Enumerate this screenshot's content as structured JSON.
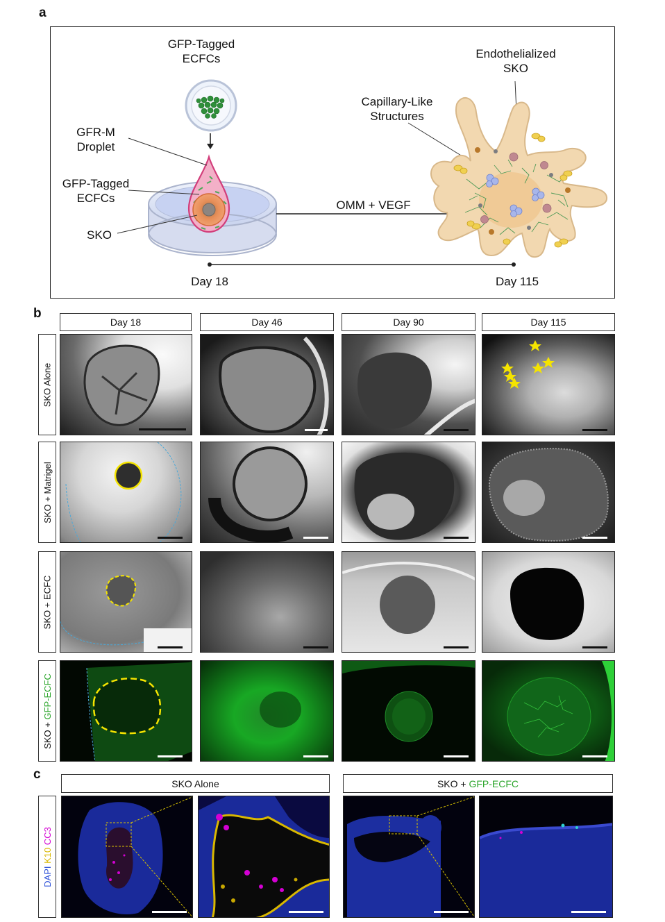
{
  "panel_a": {
    "letter": "a",
    "gfp_ecfcs_top": [
      "GFP-Tagged",
      "ECFCs"
    ],
    "gfr_m": [
      "GFR-M",
      "Droplet"
    ],
    "gfp_ecfcs_left": [
      "GFP-Tagged",
      "ECFCs"
    ],
    "sko": "SKO",
    "capillary": [
      "Capillary-Like",
      "Structures"
    ],
    "endothelialized": [
      "Endothelialized",
      "SKO"
    ],
    "arrow_label": "OMM + VEGF",
    "day_start": "Day 18",
    "day_end": "Day 115"
  },
  "panel_b": {
    "letter": "b",
    "columns": [
      "Day 18",
      "Day 46",
      "Day 90",
      "Day 115"
    ],
    "rows": [
      {
        "parts": [
          {
            "text": "SKO Alone",
            "color": "#111111"
          }
        ]
      },
      {
        "parts": [
          {
            "text": "SKO + Matrigel",
            "color": "#111111"
          }
        ]
      },
      {
        "parts": [
          {
            "text": "SKO + ECFC",
            "color": "#111111"
          }
        ]
      },
      {
        "parts": [
          {
            "text": "SKO + ",
            "color": "#111111"
          },
          {
            "text": "GFP-ECFC",
            "color": "#2aa52a"
          }
        ]
      }
    ]
  },
  "panel_c": {
    "letter": "c",
    "header_left": "SKO Alone",
    "header_right_prefix": "SKO + ",
    "header_right_green": "GFP-ECFC",
    "stain_label": [
      {
        "text": "DAPI",
        "color": "#2b4fd8"
      },
      {
        "text": " K10",
        "color": "#d9b800"
      },
      {
        "text": " CC3",
        "color": "#d400d4"
      }
    ]
  },
  "colors": {
    "green": "#2aa52a",
    "yellow_annotation": "#f5e400",
    "blue_outline": "#4aa8d8"
  }
}
